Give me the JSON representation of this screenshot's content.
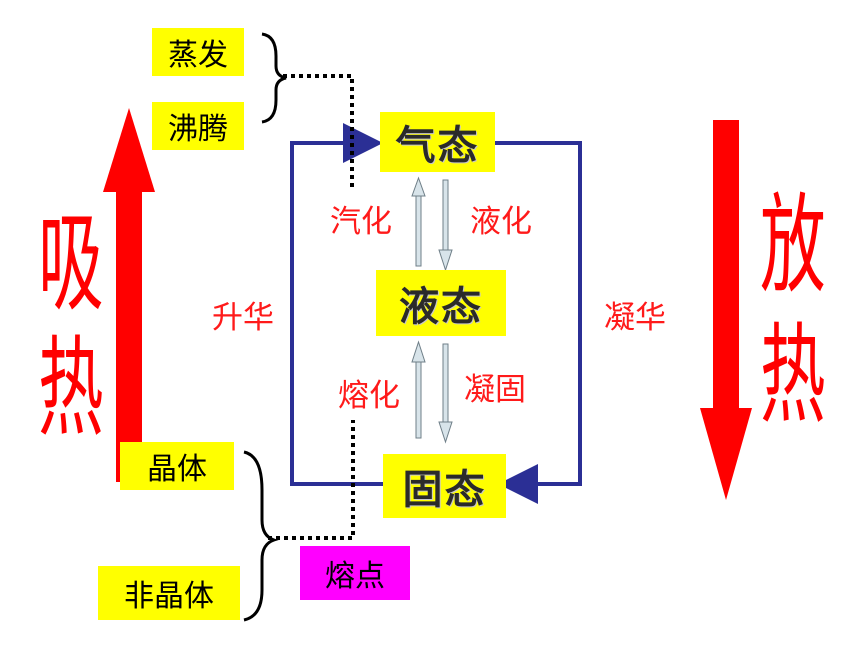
{
  "boxes": {
    "evaporation": "蒸发",
    "boiling": "沸腾",
    "crystal": "晶体",
    "amorphous": "非晶体",
    "melting_point": "熔点"
  },
  "states": {
    "gas": "气态",
    "liquid": "液态",
    "solid": "固态"
  },
  "transitions": {
    "vaporization": "汽化",
    "liquefaction": "液化",
    "melting": "熔化",
    "solidification": "凝固",
    "sublimation": "升华",
    "deposition": "凝华"
  },
  "sides": {
    "absorb_heat_1": "吸",
    "absorb_heat_2": "热",
    "release_heat_1": "放",
    "release_heat_2": "热"
  },
  "colors": {
    "box_yellow": "#ffff00",
    "box_magenta": "#ff00ff",
    "cycle_blue": "#2b2f95",
    "heat_red": "#ff0000",
    "label_red": "#ff1a1a"
  }
}
